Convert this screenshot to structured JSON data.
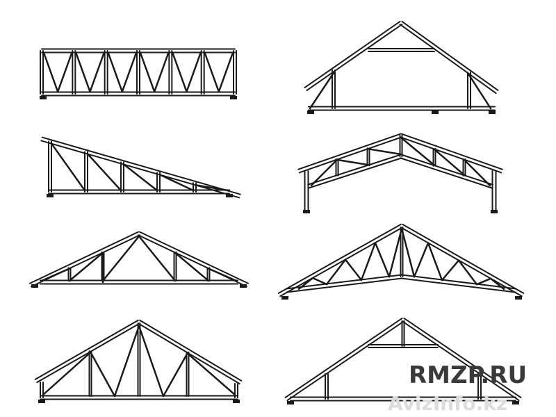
{
  "diagram": {
    "trusses": [
      {
        "id": "parallel-chord-warren-truss"
      },
      {
        "id": "attic-truss-with-collar"
      },
      {
        "id": "mono-pitch-truss"
      },
      {
        "id": "scissor-truss-on-posts"
      },
      {
        "id": "fink-truss"
      },
      {
        "id": "fan-scissor-truss"
      },
      {
        "id": "howe-truss"
      },
      {
        "id": "attic-truss-large"
      }
    ],
    "colors": {
      "ink": "#1a1a1a",
      "background": "#ffffff"
    }
  },
  "watermark": {
    "primary": "RMZP.RU",
    "secondary": "AvizInfo.kz"
  }
}
